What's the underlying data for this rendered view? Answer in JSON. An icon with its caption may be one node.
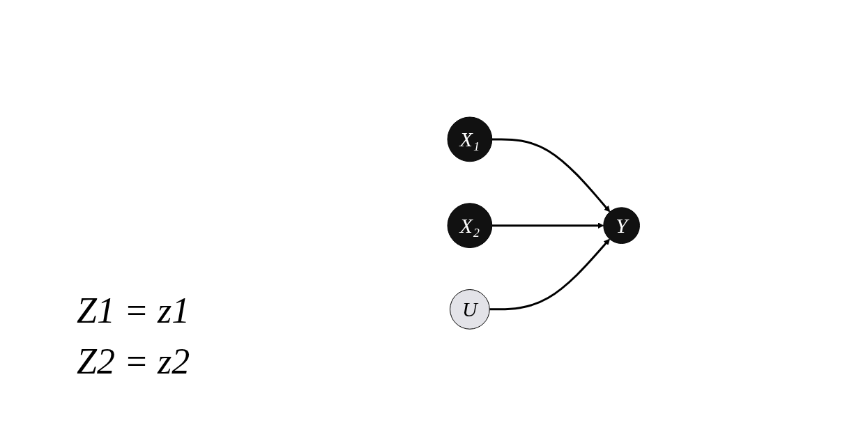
{
  "diagram": {
    "nodes": [
      {
        "text": [
          "X₁"
        ]
      },
      {
        "text": [
          "X₂"
        ]
      },
      {
        "text": [
          "Y"
        ]
      },
      {
        "text": [
          "U"
        ]
      }
    ],
    "edges": [
      {
        "from": 0,
        "to": 2,
        "arrow": "to"
      },
      {
        "from": 1,
        "to": 2,
        "arrow": "to"
      },
      {
        "from": 3,
        "to": 2,
        "arrow": "to"
      }
    ],
    "labels": [
      "Z1 = z1",
      "Z2 = z2"
    ]
  }
}
